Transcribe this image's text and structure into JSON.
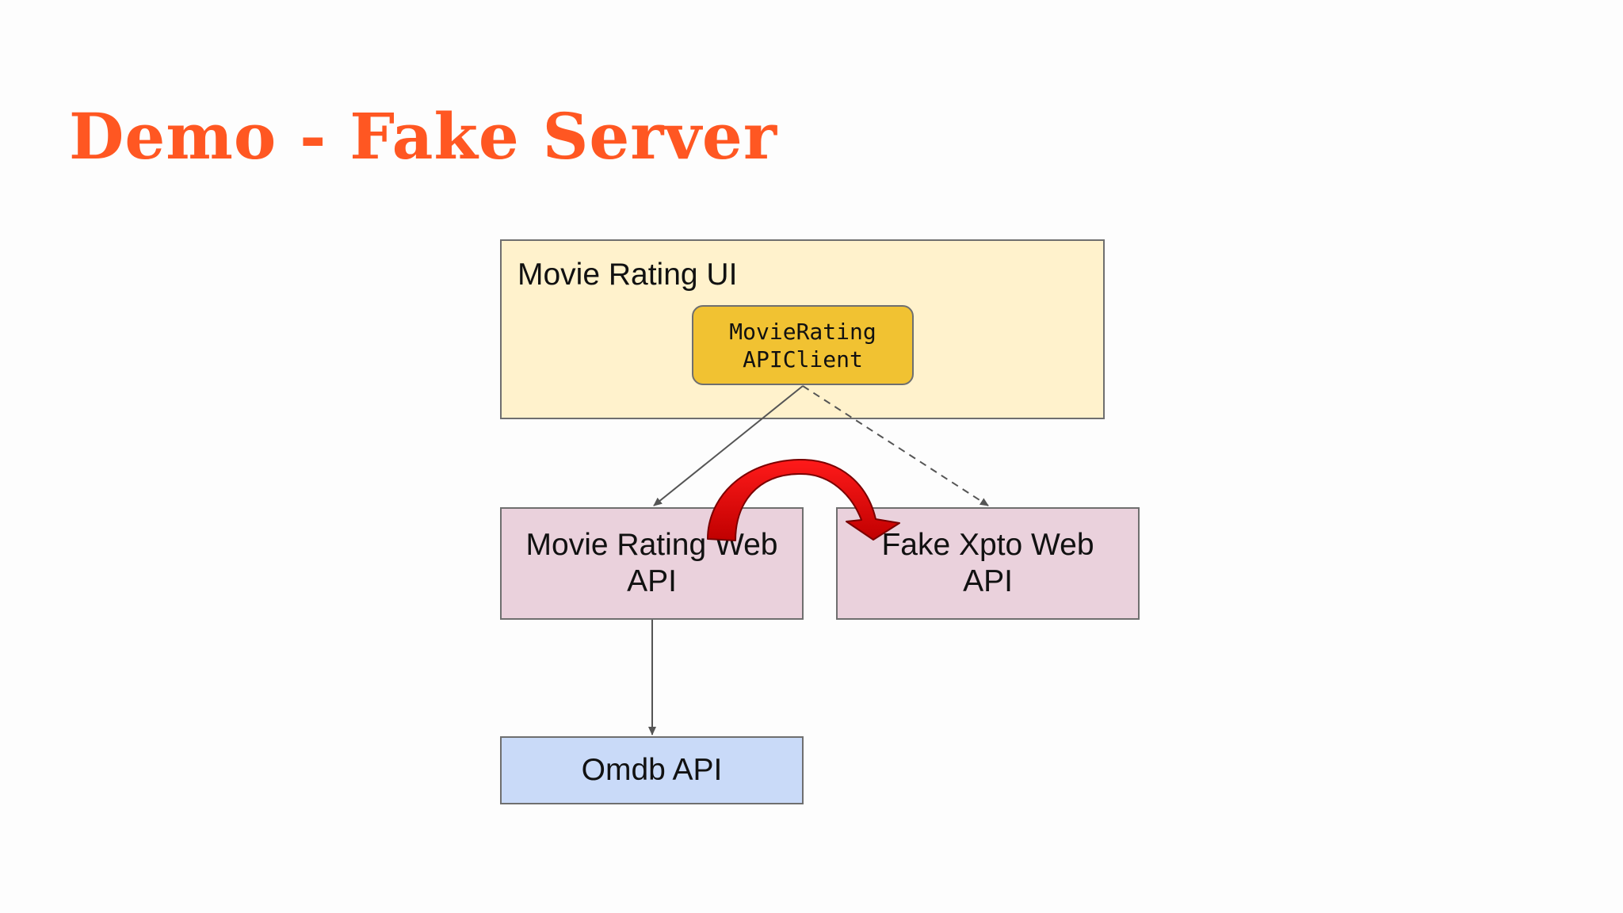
{
  "slide": {
    "title": "Demo - Fake Server"
  },
  "diagram": {
    "ui_box": {
      "label": "Movie Rating UI"
    },
    "client_box": {
      "line1": "MovieRating",
      "line2": "APIClient"
    },
    "web_api_box": {
      "line1": "Movie Rating Web",
      "line2": "API"
    },
    "fake_api_box": {
      "line1": "Fake Xpto Web",
      "line2": "API"
    },
    "omdb_box": {
      "label": "Omdb API"
    }
  },
  "colors": {
    "title": "#ff5722",
    "ui_box_fill": "#fff2cc",
    "client_box_fill": "#f1c232",
    "web_api_fill": "#ead1dc",
    "omdb_fill": "#c9daf8",
    "swap_arrow": "#e30000",
    "connector": "#555555"
  }
}
